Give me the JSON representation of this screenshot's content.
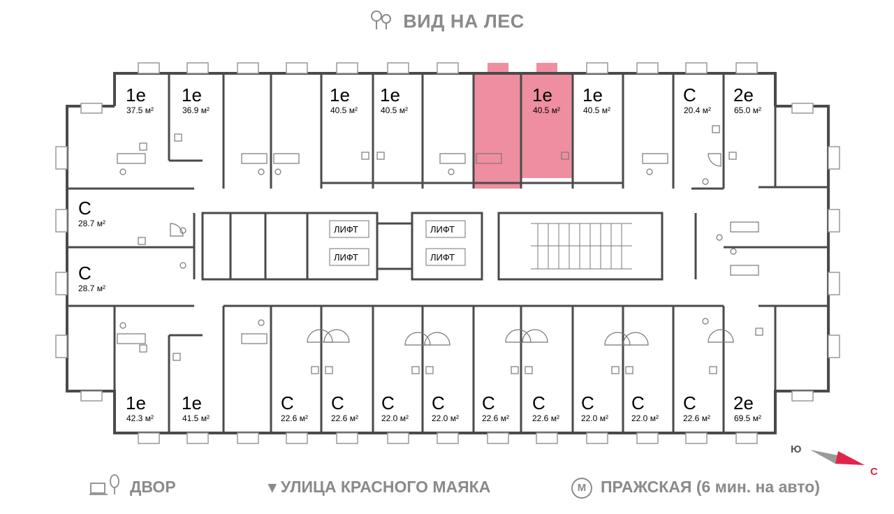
{
  "header": {
    "view_label": "ВИД НА ЛЕС"
  },
  "floorplan": {
    "highlight_color": "#ef8ea0",
    "apartments": [
      {
        "type": "1е",
        "area": "37.5 м²"
      },
      {
        "type": "1е",
        "area": "36.9 м²"
      },
      {
        "type": "1е",
        "area": "40.5 м²"
      },
      {
        "type": "1е",
        "area": "40.5 м²"
      },
      {
        "type": "1е",
        "area": "40.5 м²",
        "selected": true
      },
      {
        "type": "1е",
        "area": "40.5 м²"
      },
      {
        "type": "С",
        "area": "20.4 м²"
      },
      {
        "type": "2е",
        "area": "65.0 м²"
      },
      {
        "type": "С",
        "area": "28.7 м²"
      },
      {
        "type": "С",
        "area": "28.7 м²"
      },
      {
        "type": "1е",
        "area": "42.3 м²"
      },
      {
        "type": "1е",
        "area": "41.5 м²"
      },
      {
        "type": "С",
        "area": "22.6 м²"
      },
      {
        "type": "С",
        "area": "22.6 м²"
      },
      {
        "type": "С",
        "area": "22.0 м²"
      },
      {
        "type": "С",
        "area": "22.0 м²"
      },
      {
        "type": "С",
        "area": "22.6 м²"
      },
      {
        "type": "С",
        "area": "22.6 м²"
      },
      {
        "type": "С",
        "area": "22.0 м²"
      },
      {
        "type": "С",
        "area": "22.0 м²"
      },
      {
        "type": "С",
        "area": "22.6 м²"
      },
      {
        "type": "2е",
        "area": "69.5 м²"
      }
    ],
    "lifts": [
      "ЛИФТ",
      "ЛИФТ",
      "ЛИФТ",
      "ЛИФТ"
    ]
  },
  "legend": {
    "yard": "ДВОР",
    "street": "▾ УЛИЦА КРАСНОГО МАЯКА",
    "metro_letter": "М",
    "metro": "ПРАЖСКАЯ (6 мин. на авто)"
  },
  "compass": {
    "south": "Ю",
    "north": "С",
    "north_color": "#e0244a",
    "south_color": "#9a9a9a"
  }
}
